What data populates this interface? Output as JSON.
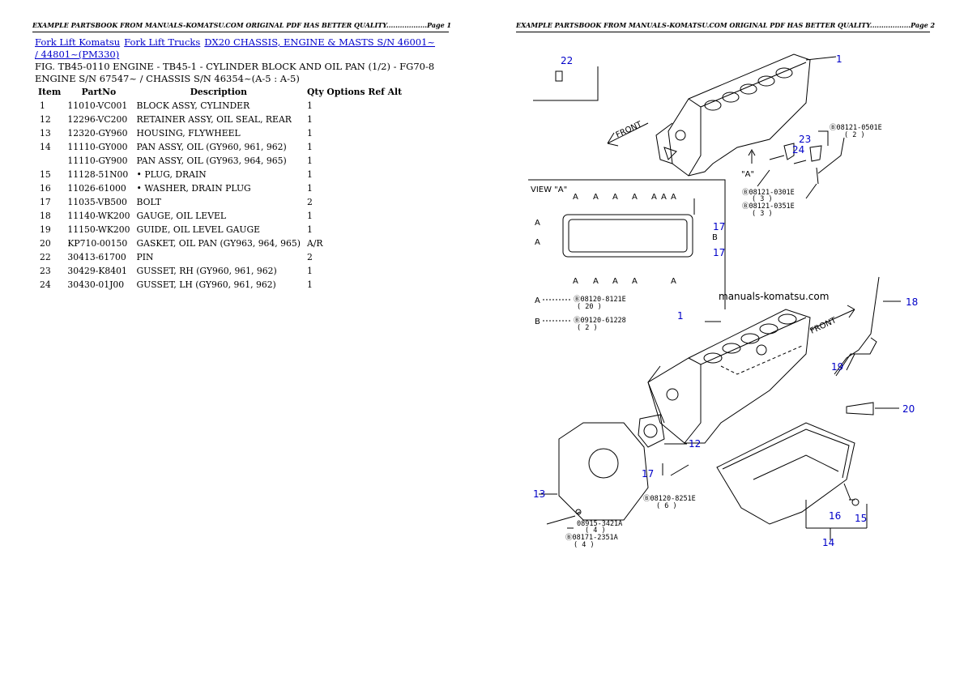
{
  "header": {
    "page1": "EXAMPLE PARTSBOOK FROM MANUALS-KOMATSU.COM ORIGINAL PDF HAS BETTER QUALITY..................Page 1",
    "page2": "EXAMPLE PARTSBOOK FROM MANUALS-KOMATSU.COM ORIGINAL PDF HAS BETTER QUALITY..................Page 2"
  },
  "breadcrumb": {
    "link1": "Fork Lift Komatsu",
    "link2": "Fork Lift Trucks",
    "link3": "DX20 CHASSIS, ENGINE & MASTS S/N 46001~ / 44801~(PM330)"
  },
  "figure": {
    "title": "FIG. TB45-0110 ENGINE - TB45-1 - CYLINDER BLOCK AND OIL PAN (1/2) - FG70-8 ENGINE S/N 67547~ / CHASSIS S/N 46354~(A-5 : A-5)"
  },
  "table": {
    "headers": {
      "item": "Item",
      "partno": "PartNo",
      "description": "Description",
      "rest": "Qty Options Ref Alt"
    },
    "rows": [
      {
        "item": "1",
        "part": "11010-VC001",
        "desc": "BLOCK ASSY, CYLINDER",
        "qty": "1"
      },
      {
        "item": "12",
        "part": "12296-VC200",
        "desc": "RETAINER ASSY, OIL SEAL, REAR",
        "qty": "1"
      },
      {
        "item": "13",
        "part": "12320-GY960",
        "desc": "HOUSING, FLYWHEEL",
        "qty": "1"
      },
      {
        "item": "14",
        "part": "11110-GY000",
        "desc": "PAN ASSY, OIL (GY960, 961, 962)",
        "qty": "1"
      },
      {
        "item": "",
        "part": "11110-GY900",
        "desc": "PAN ASSY, OIL (GY963, 964, 965)",
        "qty": "1"
      },
      {
        "item": "15",
        "part": "11128-51N00",
        "desc": "• PLUG, DRAIN",
        "qty": "1"
      },
      {
        "item": "16",
        "part": "11026-61000",
        "desc": "• WASHER, DRAIN PLUG",
        "qty": "1"
      },
      {
        "item": "17",
        "part": "11035-VB500",
        "desc": "BOLT",
        "qty": "2"
      },
      {
        "item": "18",
        "part": "11140-WK200",
        "desc": "GAUGE, OIL LEVEL",
        "qty": "1"
      },
      {
        "item": "19",
        "part": "11150-WK200",
        "desc": "GUIDE, OIL LEVEL GAUGE",
        "qty": "1"
      },
      {
        "item": "20",
        "part": "KP710-00150",
        "desc": "GASKET, OIL PAN (GY963, 964, 965)",
        "qty": "A/R"
      },
      {
        "item": "22",
        "part": "30413-61700",
        "desc": "PIN",
        "qty": "2"
      },
      {
        "item": "23",
        "part": "30429-K8401",
        "desc": "GUSSET, RH (GY960, 961, 962)",
        "qty": "1"
      },
      {
        "item": "24",
        "part": "30430-01J00",
        "desc": "GUSSET, LH (GY960, 961, 962)",
        "qty": "1"
      }
    ]
  },
  "diagram": {
    "watermark": "manuals-komatsu.com",
    "view_label": "VIEW \"A\"",
    "front": "FRONT",
    "a_mark": "\"A\"",
    "callouts": {
      "c1": "1",
      "c22": "22",
      "c23": "23",
      "c24": "24",
      "c17a": "17",
      "c17b": "17",
      "c17c": "17",
      "c18": "18",
      "c19": "19",
      "c20": "20",
      "c12": "12",
      "c13": "13",
      "c14": "14",
      "c15": "15",
      "c16": "16",
      "c1b": "1"
    },
    "bolt_labels": {
      "b1": "Ⓑ08121-0501E",
      "b1q": "( 2 )",
      "b2": "Ⓑ08121-0301E",
      "b2q": "( 3 )",
      "b3": "Ⓑ08121-0351E",
      "b3q": "( 3 )",
      "la": "Ⓑ08120-8121E",
      "laq": "( 20 )",
      "lb": "Ⓑ09120-61228",
      "lbq": "( 2 )",
      "b4": "Ⓑ08120-8251E",
      "b4q": "( 6 )",
      "b5": "08915-3421A",
      "b5q": "( 4 )",
      "b6": "Ⓑ08171-2351A",
      "b6q": "( 4 )"
    },
    "legend_a": "A",
    "legend_b": "B",
    "letter_a": "A",
    "letter_b": "B"
  }
}
